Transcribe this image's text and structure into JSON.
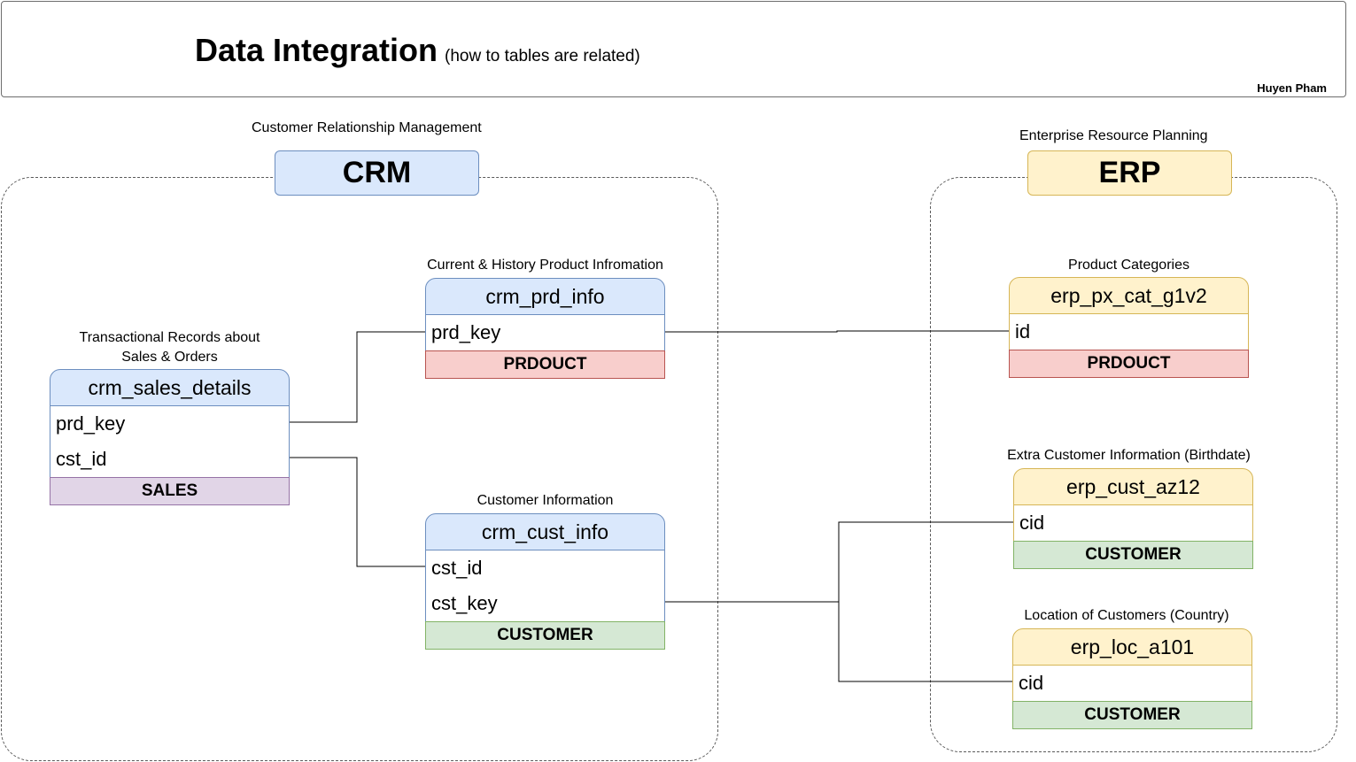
{
  "header": {
    "title": "Data Integration",
    "subtitle": "(how to tables are related)",
    "author": "Huyen Pham"
  },
  "groups": {
    "crm": {
      "caption": "Customer Relationship Management",
      "label": "CRM",
      "color": "#dae8fc",
      "border": "#6c8ebf"
    },
    "erp": {
      "caption": "Enterprise Resource Planning",
      "label": "ERP",
      "color": "#fff2cc",
      "border": "#d6b656"
    }
  },
  "tables": {
    "crm_sales_details": {
      "caption_line1": "Transactional Records about",
      "caption_line2": "Sales & Orders",
      "name": "crm_sales_details",
      "fields": [
        "prd_key",
        "cst_id"
      ],
      "tag": "SALES"
    },
    "crm_prd_info": {
      "caption": "Current & History Product Infromation",
      "name": "crm_prd_info",
      "fields": [
        "prd_key"
      ],
      "tag": "PRDOUCT"
    },
    "crm_cust_info": {
      "caption": "Customer Information",
      "name": "crm_cust_info",
      "fields": [
        "cst_id",
        "cst_key"
      ],
      "tag": "CUSTOMER"
    },
    "erp_px_cat_g1v2": {
      "caption": "Product Categories",
      "name": "erp_px_cat_g1v2",
      "fields": [
        "id"
      ],
      "tag": "PRDOUCT"
    },
    "erp_cust_az12": {
      "caption": "Extra Customer Information (Birthdate)",
      "name": "erp_cust_az12",
      "fields": [
        "cid"
      ],
      "tag": "CUSTOMER"
    },
    "erp_loc_a101": {
      "caption": "Location of Customers (Country)",
      "name": "erp_loc_a101",
      "fields": [
        "cid"
      ],
      "tag": "CUSTOMER"
    }
  },
  "tag_colors": {
    "product": "#f8cecc",
    "sales": "#e1d5e7",
    "customer": "#d5e8d4"
  },
  "relationships": [
    {
      "from": "crm_sales_details.prd_key",
      "to": "crm_prd_info.prd_key"
    },
    {
      "from": "crm_sales_details.cst_id",
      "to": "crm_cust_info.cst_id"
    },
    {
      "from": "crm_prd_info.prd_key",
      "to": "erp_px_cat_g1v2.id"
    },
    {
      "from": "crm_cust_info.cst_key",
      "to": "erp_cust_az12.cid"
    },
    {
      "from": "crm_cust_info.cst_key",
      "to": "erp_loc_a101.cid"
    }
  ]
}
